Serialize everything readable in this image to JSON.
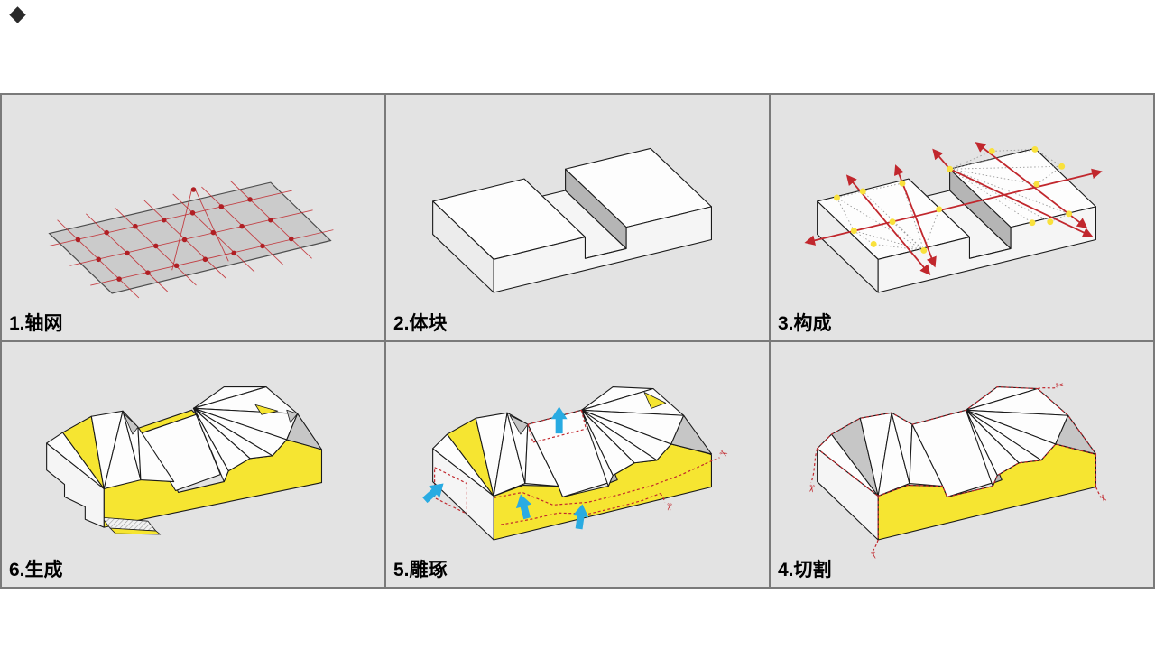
{
  "panels": [
    {
      "id": "axis-grid",
      "label": "1.轴网"
    },
    {
      "id": "massing",
      "label": "2.体块"
    },
    {
      "id": "composition",
      "label": "3.构成"
    },
    {
      "id": "generation",
      "label": "6.生成"
    },
    {
      "id": "carving",
      "label": "5.雕琢"
    },
    {
      "id": "cutting",
      "label": "4.切割"
    }
  ],
  "scissors_glyph": "✂",
  "colors": {
    "band_bg": "#ffffff",
    "panel_bg": "#e3e3e3",
    "border": "#7a7a7a",
    "outline": "#1a1a1a",
    "face_white": "#fdfdfd",
    "face_light": "#f5f5f5",
    "face_shade": "#ececec",
    "face_gray": "#c6c6c6",
    "face_darkgray": "#b5b5b5",
    "plane_gray": "#cbcbcb",
    "yellow": "#f6e531",
    "red": "#c1272d",
    "red_dark": "#b01f24",
    "cyan": "#29abe2",
    "dot_yellow": "#f9e13c",
    "dotted_gray": "#999999",
    "label": "#000000"
  }
}
